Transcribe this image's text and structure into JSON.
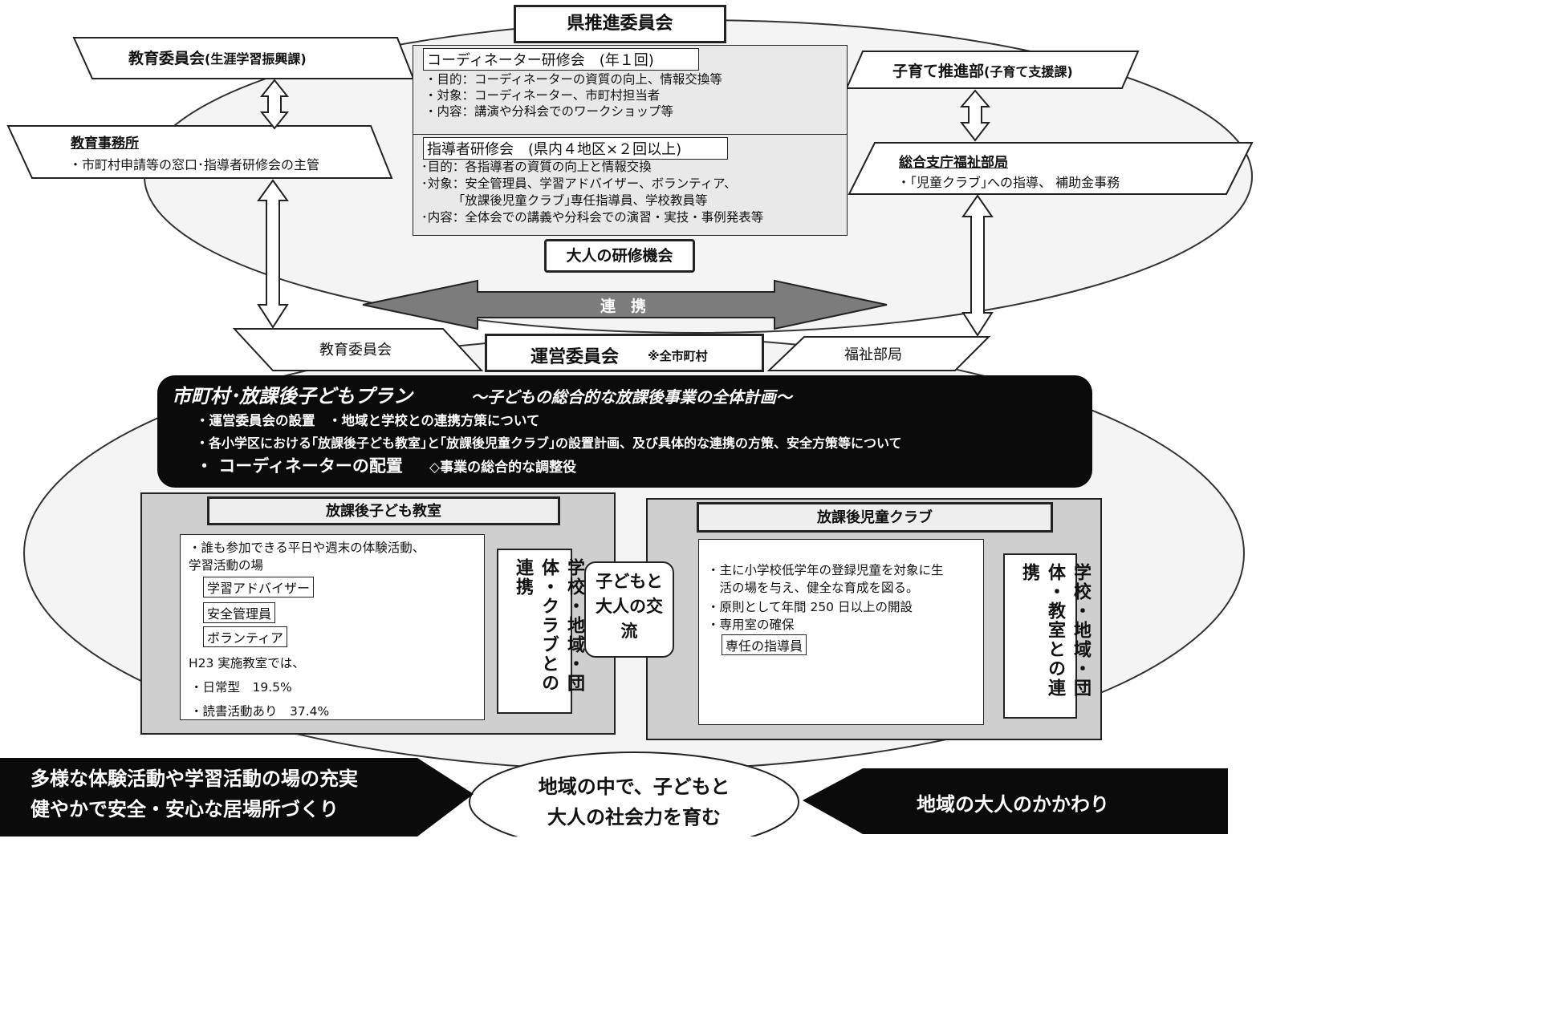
{
  "top_committee": "県推進委員会",
  "board_of_education": {
    "name": "教育委員会",
    "dept": "(生涯学習振興課)"
  },
  "education_office": {
    "title": "教育事務所",
    "desc": "・市町村申請等の窓口･指導者研修会の主管"
  },
  "childcare_division": {
    "name": "子育て推進部",
    "dept": "(子育て支援課)"
  },
  "welfare_bureau": {
    "title": "総合支庁福祉部局",
    "desc": "・｢児童クラブ｣への指導、 補助金事務"
  },
  "coordinator_training": {
    "title": "コーディネーター研修会　(年１回)",
    "lines": [
      "・目的：コーディネーターの資質の向上、情報交換等",
      "・対象：コーディネーター、市町村担当者",
      "・内容：講演や分科会でのワークショップ等"
    ]
  },
  "leader_training": {
    "title": "指導者研修会　(県内４地区×２回以上)",
    "lines": [
      "･目的：各指導者の資質の向上と情報交換",
      "･対象：安全管理員、学習アドバイザー、ボランティア、",
      "　　　｢放課後児童クラブ｣専任指導員、学校教員等",
      "･内容：全体会での講義や分科会での演習・実技・事例発表等"
    ]
  },
  "adult_training": "大人の研修機会",
  "cooperation": "連　携",
  "municipal_board": "教育委員会",
  "welfare_dept": "福祉部局",
  "steering_committee": {
    "title": "運営委員会",
    "note": "※全市町村"
  },
  "plan": {
    "title": "市町村･放課後子どもプラン",
    "subtitle": "～子どもの総合的な放課後事業の全体計画～",
    "lines": [
      "・運営委員会の設置　・地域と学校との連携方策について",
      "・各小学区における｢放課後子ども教室｣と｢放課後児童クラブ｣の設置計画、及び具体的な連携の方策、安全方策等について"
    ],
    "coordinator": "・ コーディネーターの配置",
    "coordinator_note": "◇事業の総合的な調整役"
  },
  "kodomo_kyoshitsu": {
    "title": "放課後子ども教室",
    "desc1": "・誰も参加できる平日や週末の体験活動、",
    "desc2": "学習活動の場",
    "roles": [
      "学習アドバイザー",
      "安全管理員",
      "ボランティア"
    ],
    "stat_intro": "H23 実施教室では、",
    "stats": [
      "・日常型　19.5%",
      "・読書活動あり　37.4%"
    ],
    "side": "学校・地域・団体・クラブとの連携"
  },
  "exchange": "子どもと大人の交流",
  "jido_club": {
    "title": "放課後児童クラブ",
    "lines": [
      "・主に小学校低学年の登録児童を対象に生",
      "　活の場を与え、健全な育成を図る。",
      "・原則として年間 250 日以上の開設",
      "・専用室の確保"
    ],
    "role": "専任の指導員",
    "side": "学校・地域・団体・教室との連携"
  },
  "bottom_left": [
    "多様な体験活動や学習活動の場の充実",
    "健やかで安全・安心な居場所づくり"
  ],
  "bottom_center": [
    "地域の中で、子どもと",
    "大人の社会力を育む"
  ],
  "bottom_right": "地域の大人のかかわり"
}
